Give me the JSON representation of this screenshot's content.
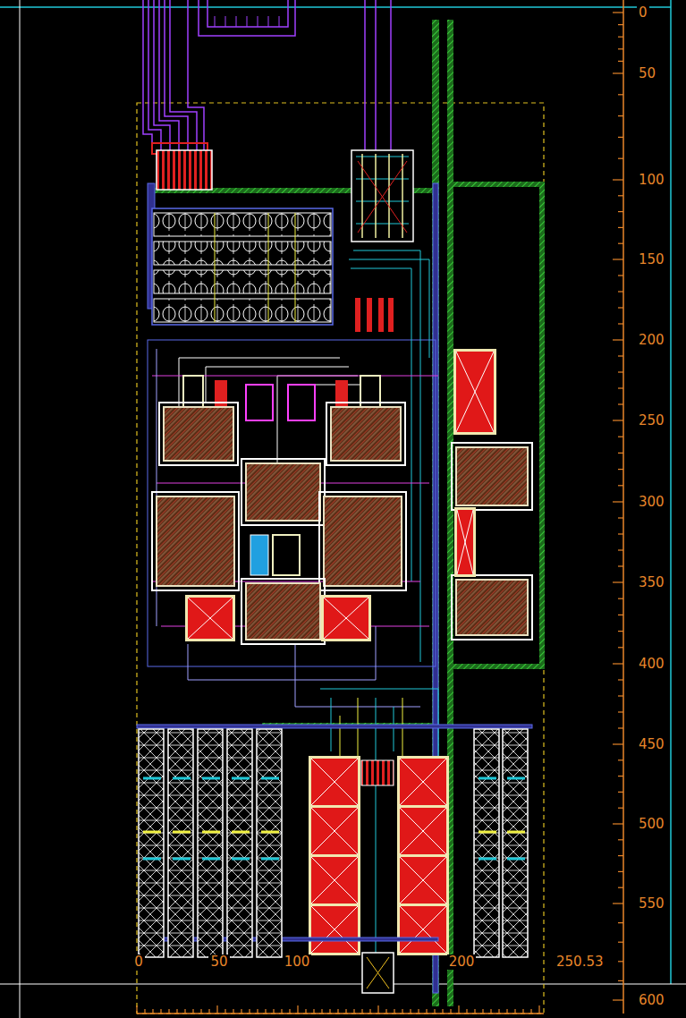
{
  "diagram": {
    "labels": [
      "0",
      "50",
      "100",
      "150",
      "200",
      "250",
      "300",
      "350",
      "400",
      "450",
      "500",
      "550",
      "600",
      "0",
      "50",
      "100",
      "200",
      "250.53"
    ]
  }
}
